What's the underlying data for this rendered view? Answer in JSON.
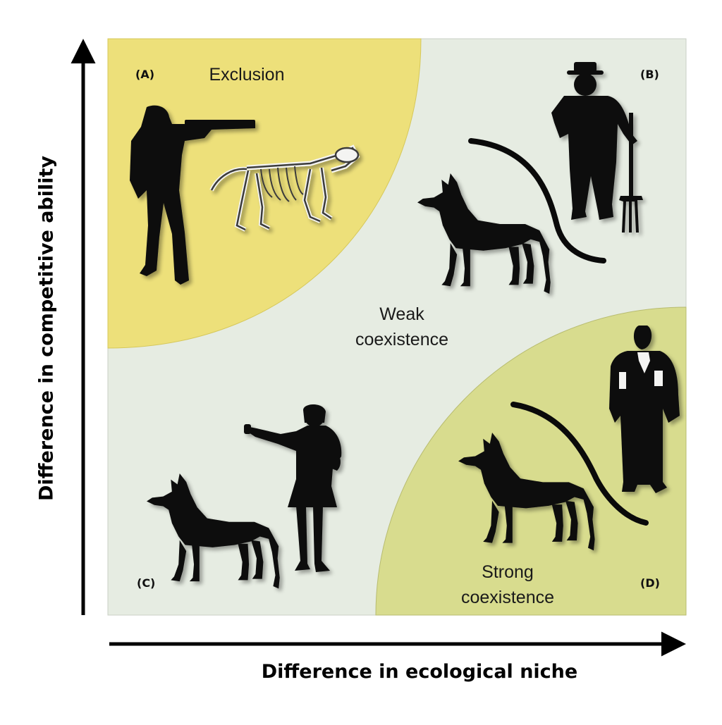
{
  "figure": {
    "x_axis_label": "Difference in ecological niche",
    "y_axis_label": "Difference in competitive ability"
  },
  "regions": {
    "exclusion": "Exclusion",
    "weak_coexistence": [
      "Weak",
      "coexistence"
    ],
    "strong_coexistence": [
      "Strong",
      "coexistence"
    ]
  },
  "panels": {
    "a": "(A)",
    "b": "(B)",
    "c": "(C)",
    "d": "(D)"
  },
  "colors": {
    "background": "#e6ece2",
    "exclusion_zone": "#ede07a",
    "strong_coexistence_zone": "#d8dc8e",
    "silhouette": "#0a0a0a",
    "skeleton": "#f4f4f2"
  },
  "icons": [
    "hunter-rifle-icon",
    "wolf-skeleton-icon",
    "farmer-pitchfork-icon",
    "howling-wolf-icon",
    "woman-thumbs-up-icon",
    "judge-robe-icon",
    "barrier-curve-icon"
  ]
}
